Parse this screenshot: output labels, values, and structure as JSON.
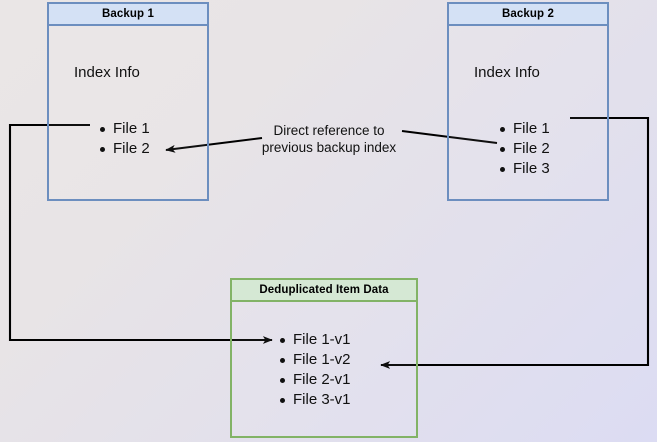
{
  "diagram": {
    "title_hidden": "",
    "background": {
      "gradient_from": "#eae6e6",
      "gradient_to": "#dcdcf3"
    },
    "colors": {
      "blue_border": "#6c8ebf",
      "blue_header_fill": "#d4e1f5",
      "green_border": "#82b366",
      "green_header_fill": "#d5e8d4",
      "edge_stroke": "#000000",
      "text": "#111111"
    },
    "boxes": [
      {
        "id": "backup-1",
        "header": "Backup 1",
        "subtitle": "Index Info",
        "items": [
          "File 1",
          "File 2"
        ]
      },
      {
        "id": "backup-2",
        "header": "Backup 2",
        "subtitle": "Index Info",
        "items": [
          "File 1",
          "File 2",
          "File 3"
        ]
      },
      {
        "id": "deduplicated-item-data",
        "header": "Deduplicated Item Data",
        "subtitle": "",
        "items": [
          "File 1-v1",
          "File 1-v2",
          "File 2-v1",
          "File 3-v1"
        ]
      }
    ],
    "annotations": [
      {
        "id": "direct-reference-note",
        "line_1": "Direct reference to",
        "line_2": "previous backup index"
      }
    ]
  }
}
